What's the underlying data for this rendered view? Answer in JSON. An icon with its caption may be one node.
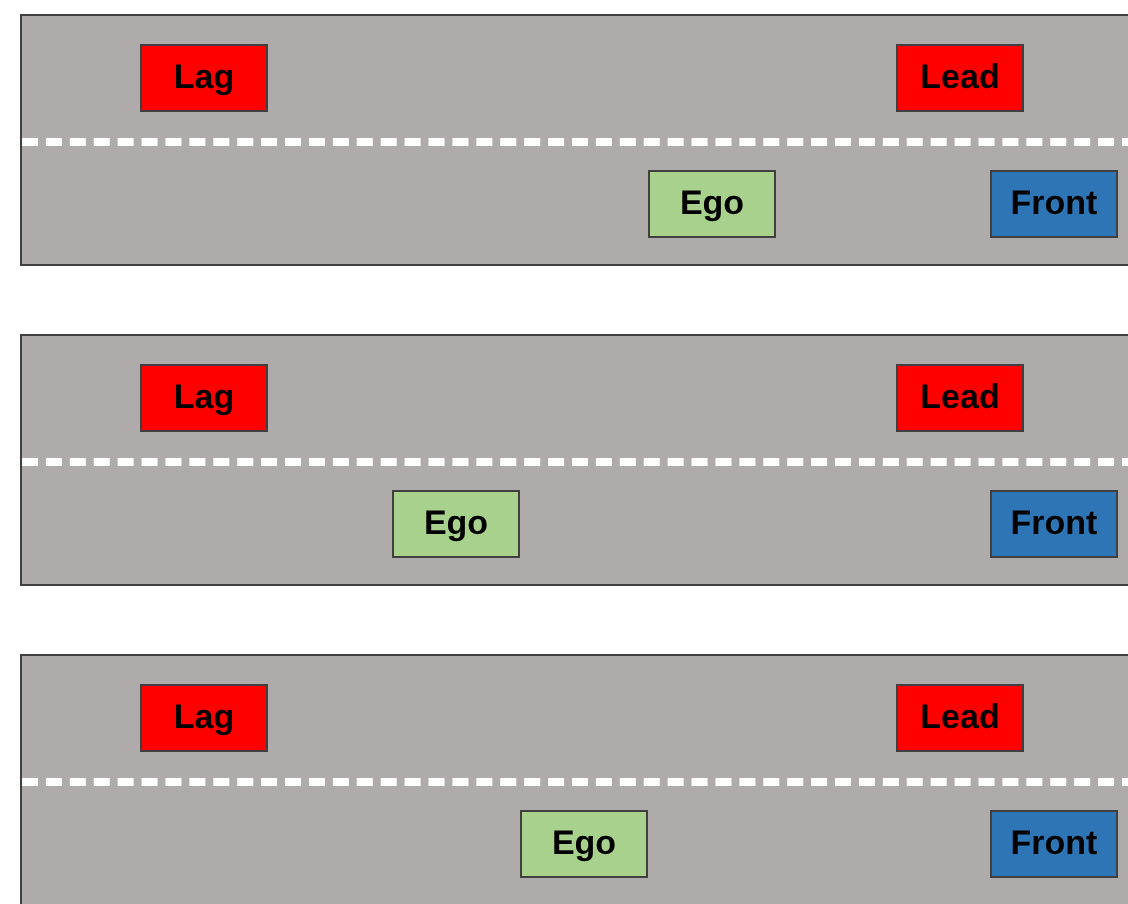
{
  "diagram": {
    "nodes": [
      {
        "text": [],
        "shape": "box"
      },
      {
        "text": [
          "Lag"
        ],
        "in": 0
      },
      {
        "text": [
          "Lead"
        ],
        "in": 0
      },
      {
        "text": [
          "Ego"
        ],
        "in": 0
      },
      {
        "text": [
          "Front"
        ],
        "in": 0
      },
      {
        "text": [],
        "shape": "box"
      },
      {
        "text": [
          "Lag"
        ],
        "in": 5
      },
      {
        "text": [
          "Lead"
        ],
        "in": 5
      },
      {
        "text": [
          "Ego"
        ],
        "in": 5
      },
      {
        "text": [
          "Front"
        ],
        "in": 5
      },
      {
        "text": [],
        "shape": "box"
      },
      {
        "text": [
          "Lag"
        ],
        "in": 10
      },
      {
        "text": [
          "Lead"
        ],
        "in": 10
      },
      {
        "text": [
          "Ego"
        ],
        "in": 10
      },
      {
        "text": [
          "Front"
        ],
        "in": 10
      }
    ],
    "edges": []
  }
}
